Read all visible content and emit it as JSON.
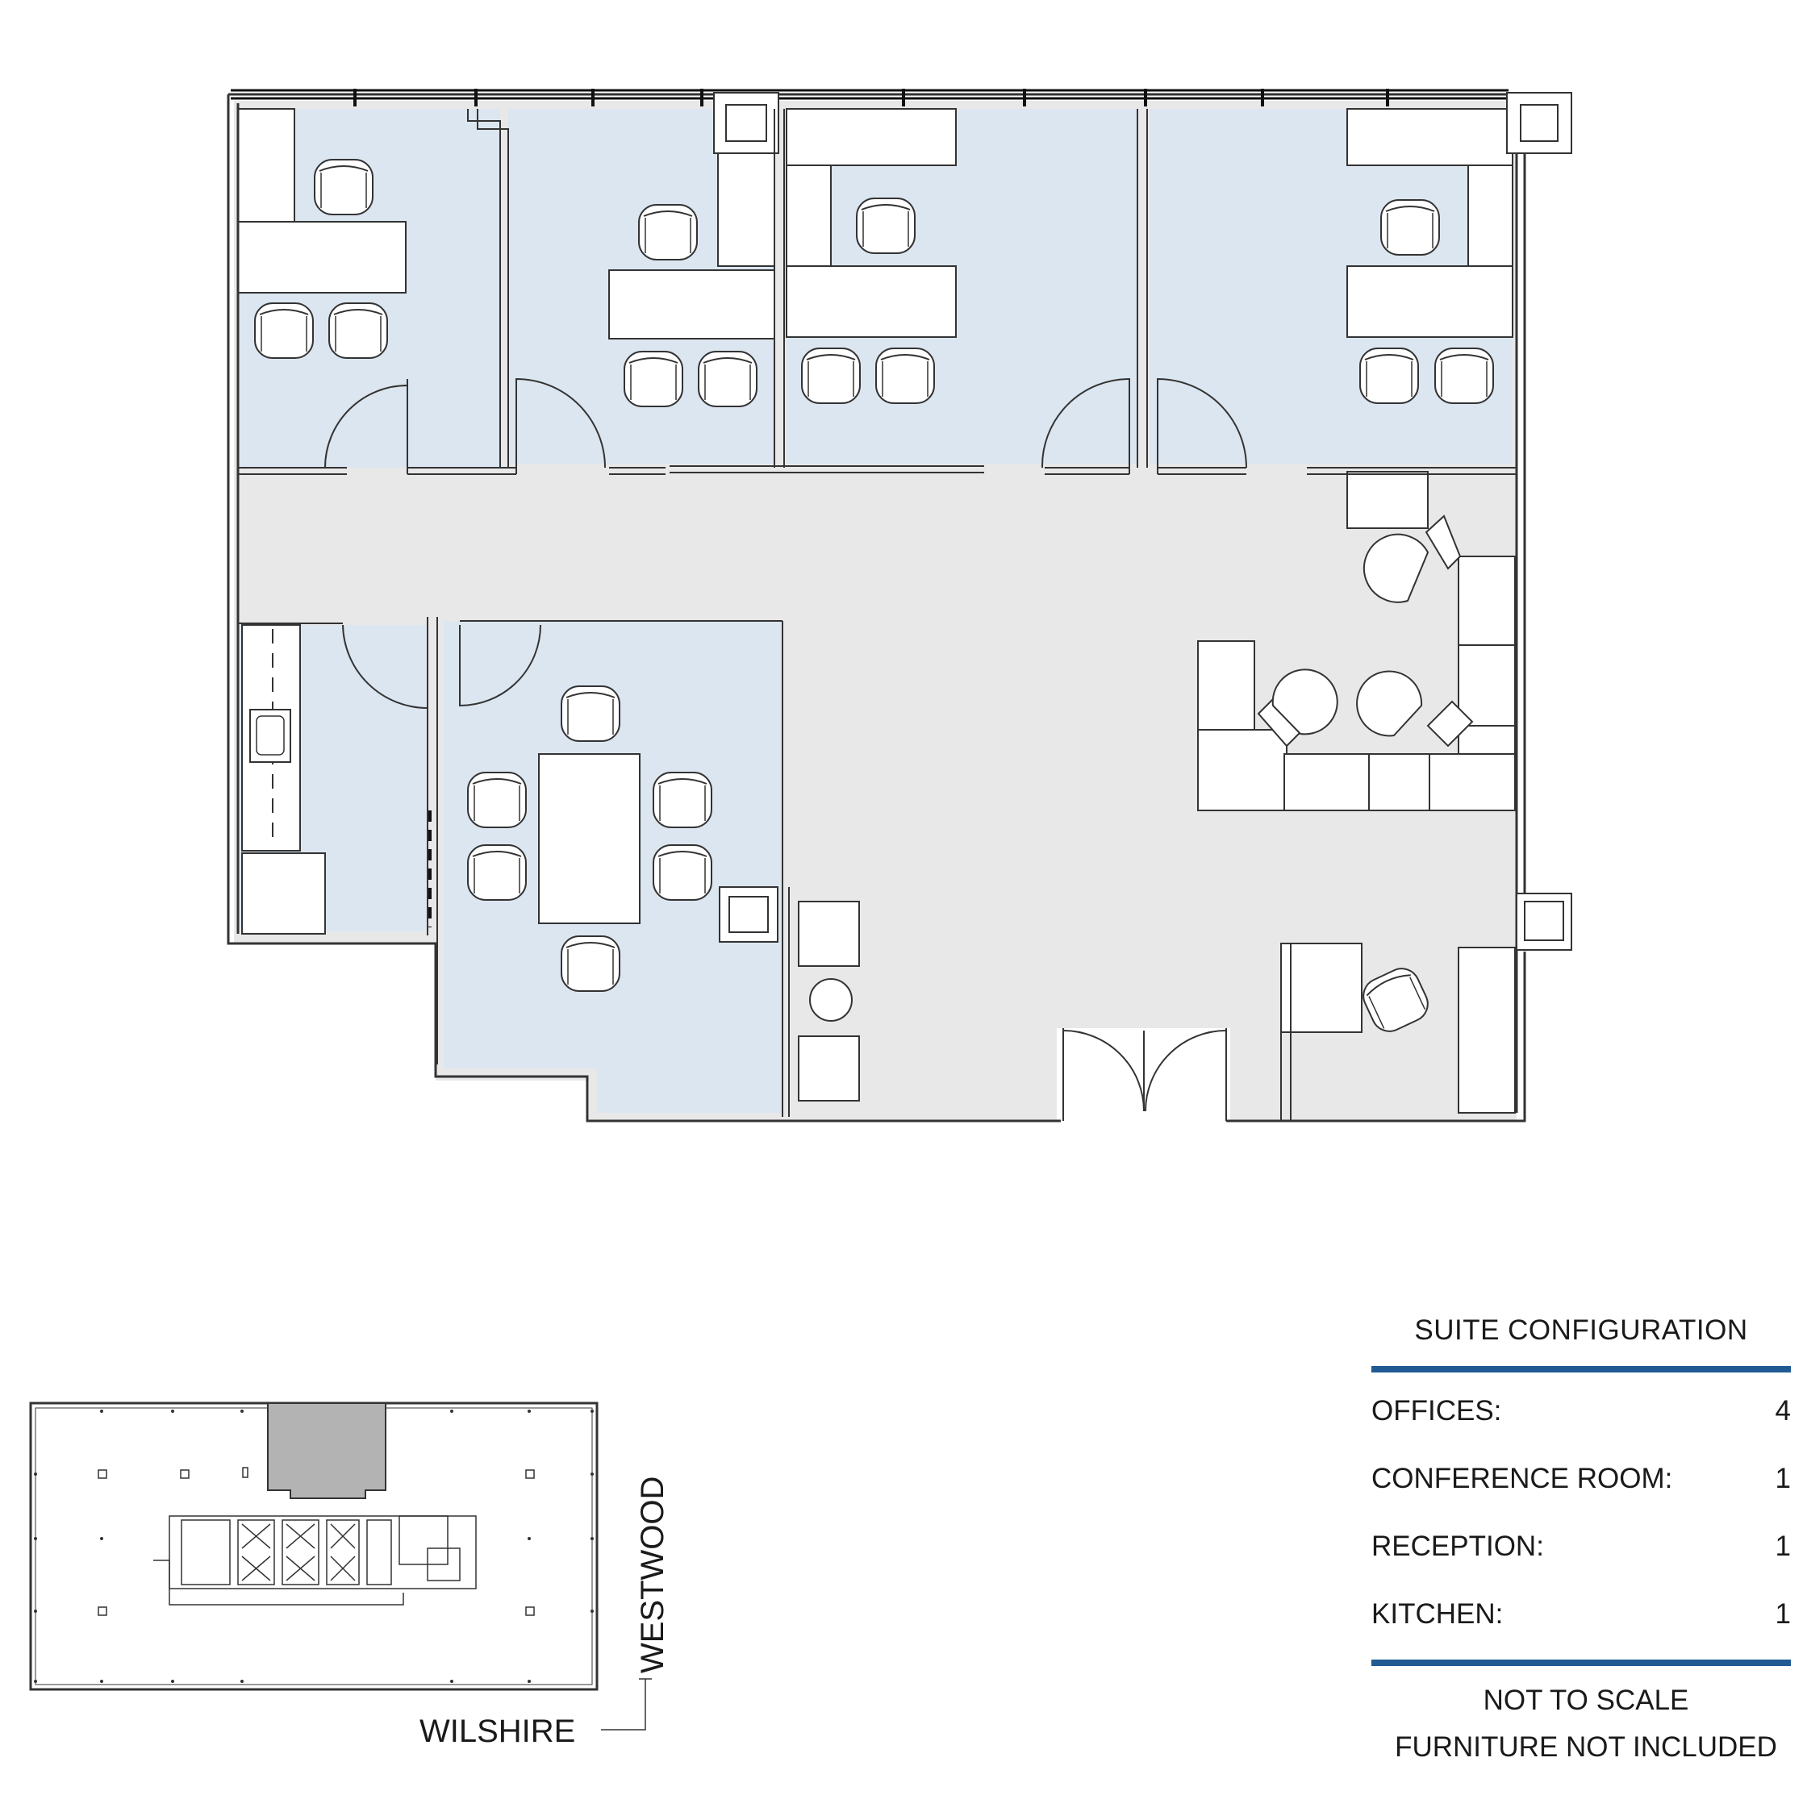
{
  "colors": {
    "office_fill": "#dce6f0",
    "common_fill": "#e8e8e8",
    "wall": "#333333",
    "legend_rule": "#1f5a93",
    "suite_highlight": "#b3b3b3"
  },
  "key_plan": {
    "street_vertical": "WESTWOOD",
    "street_horizontal": "WILSHIRE"
  },
  "legend": {
    "title": "SUITE CONFIGURATION",
    "rows": [
      {
        "label": "OFFICES:",
        "value": "4"
      },
      {
        "label": "CONFERENCE ROOM:",
        "value": "1"
      },
      {
        "label": "RECEPTION:",
        "value": "1"
      },
      {
        "label": "KITCHEN:",
        "value": "1"
      }
    ],
    "notes": [
      "NOT TO SCALE",
      "FURNITURE NOT INCLUDED"
    ]
  }
}
